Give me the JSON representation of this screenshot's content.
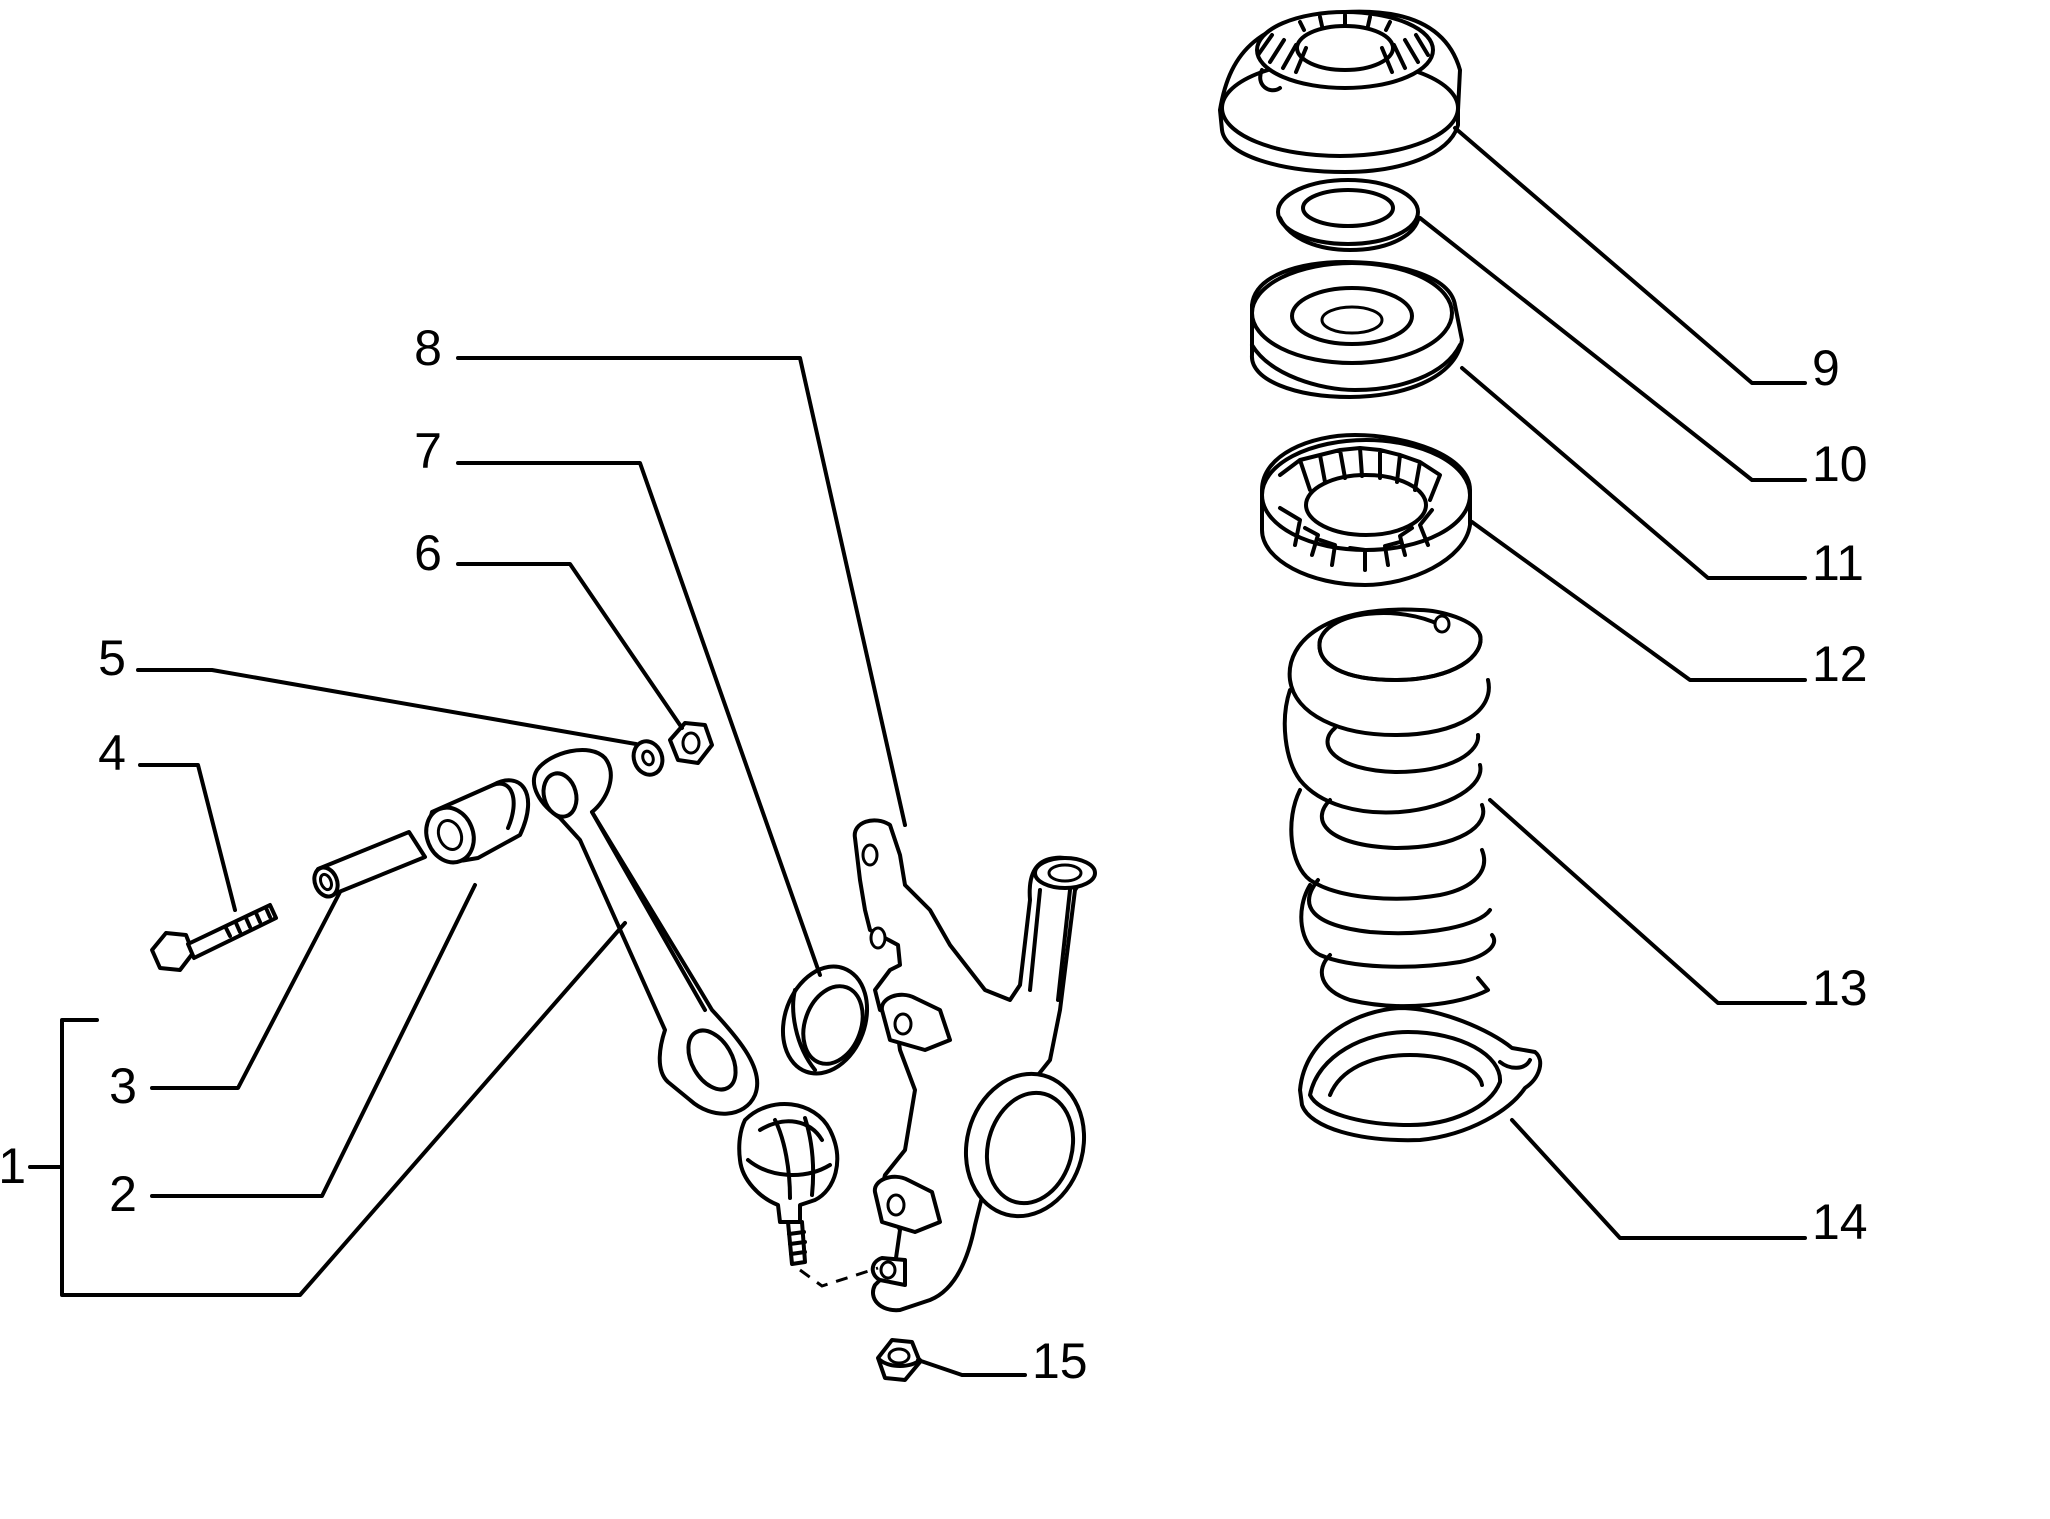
{
  "diagram": {
    "labels": {
      "p1": "1",
      "p2": "2",
      "p3": "3",
      "p4": "4",
      "p5": "5",
      "p6": "6",
      "p7": "7",
      "p8": "8",
      "p9": "9",
      "p10": "10",
      "p11": "11",
      "p12": "12",
      "p13": "13",
      "p14": "14",
      "p15": "15"
    },
    "colors": {
      "ink": "#000000",
      "paper": "#ffffff"
    }
  }
}
